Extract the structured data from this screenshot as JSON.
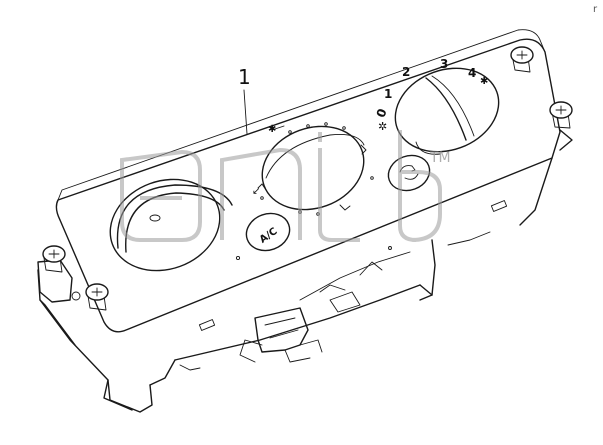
{
  "callout": {
    "number": "1"
  },
  "fan_scale": [
    "0",
    "1",
    "2",
    "3",
    "4"
  ],
  "ac_button": {
    "label": "A/C"
  },
  "watermark": {
    "trademark": "TM"
  },
  "corner_mark": "r"
}
